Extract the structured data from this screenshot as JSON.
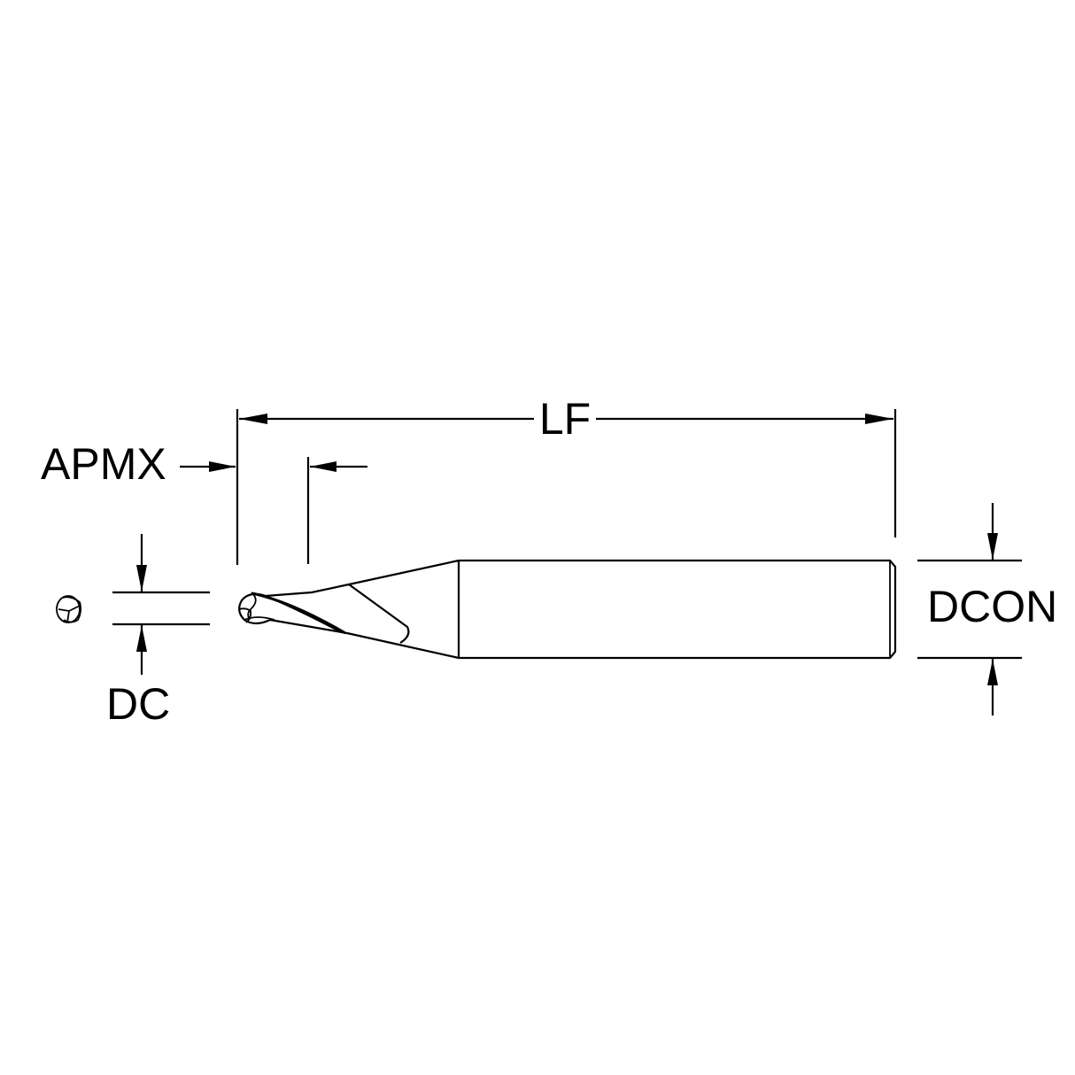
{
  "drawing": {
    "subject": "Ball nose end mill",
    "labels": {
      "lf": "LF",
      "apmx": "APMX",
      "dc": "DC",
      "dcon": "DCON"
    },
    "colors": {
      "line": "#000000",
      "background": "#ffffff"
    }
  }
}
